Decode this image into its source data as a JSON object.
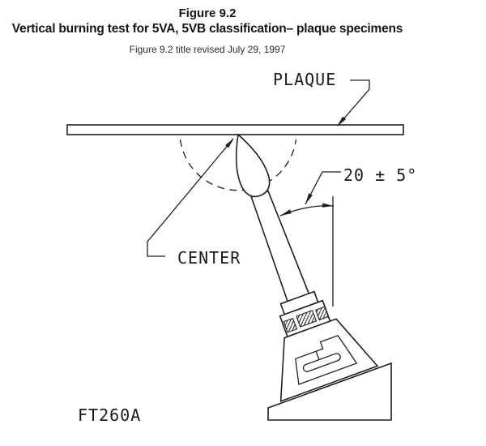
{
  "title": {
    "line1": "Figure 9.2",
    "line2": "Vertical burning test for 5VA, 5VB classification– plaque specimens",
    "revision": "Figure 9.2 title revised July 29, 1997"
  },
  "diagram": {
    "labels": {
      "plaque": "PLAQUE",
      "center": "CENTER",
      "angle": "20 ± 5°",
      "figure_code": "FT260A"
    },
    "annotations": {
      "angle_value": "20",
      "angle_tolerance": "5",
      "angle_units": "degrees"
    },
    "colors": {
      "line": "#1f1f1f",
      "background": "#ffffff"
    }
  }
}
